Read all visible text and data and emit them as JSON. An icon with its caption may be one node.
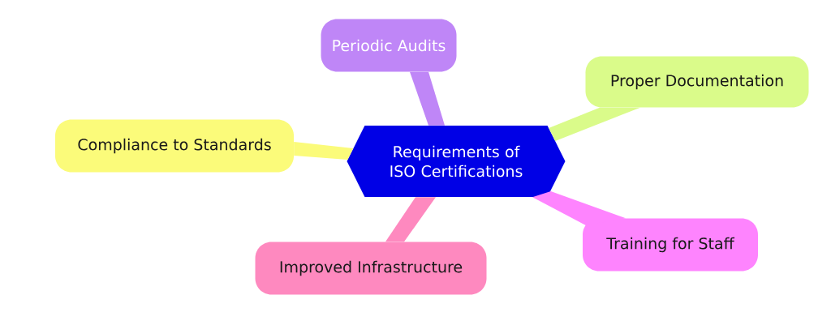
{
  "diagram": {
    "nodes": [
      {
        "text": [
          "Requirements of ISO Certifications"
        ]
      },
      {
        "text": [
          "Periodic Audits"
        ]
      },
      {
        "text": [
          "Proper Documentation"
        ]
      },
      {
        "text": [
          "Compliance to Standards"
        ]
      },
      {
        "text": [
          "Improved Infrastructure"
        ]
      },
      {
        "text": [
          "Training for Staff"
        ]
      }
    ],
    "edges": [
      {
        "from": 0,
        "to": 1,
        "arrow": "none",
        "color": "#bf86f7"
      },
      {
        "from": 0,
        "to": 2,
        "arrow": "none",
        "color": "#dafb8a"
      },
      {
        "from": 0,
        "to": 3,
        "arrow": "none",
        "color": "#fbfb7a"
      },
      {
        "from": 0,
        "to": 4,
        "arrow": "none",
        "color": "#fe89bf"
      },
      {
        "from": 0,
        "to": 5,
        "arrow": "none",
        "color": "#fe84fe"
      }
    ]
  }
}
